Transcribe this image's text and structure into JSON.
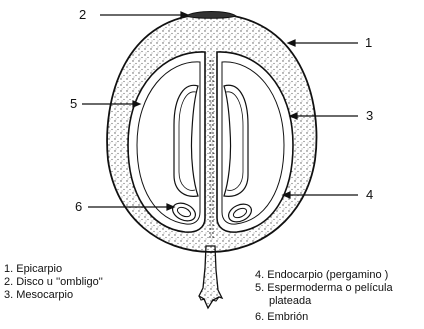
{
  "callouts": {
    "n1": "1",
    "n2": "2",
    "n3": "3",
    "n4": "4",
    "n5": "5",
    "n6": "6"
  },
  "legend": {
    "left": [
      "1.  Epicarpio",
      "2.  Disco u ''ombligo''",
      "3.  Mesocarpio"
    ],
    "right_line1": "4.  Endocarpio (pergamino )",
    "right_line2": "5.  Espermoderma o película",
    "right_line3": "plateada",
    "right_line4": "6.  Embrión"
  },
  "colors": {
    "ink": "#111111",
    "paper": "#ffffff",
    "stipple": "#555555"
  }
}
